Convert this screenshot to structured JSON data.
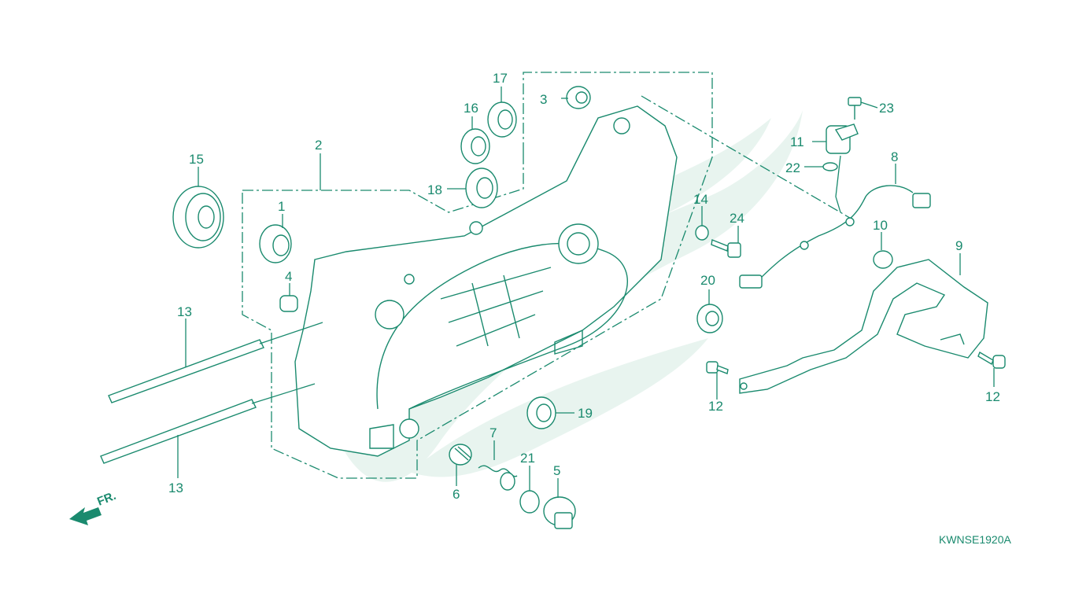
{
  "diagram": {
    "code": "KWNSE1920A",
    "direction_label": "FR.",
    "colors": {
      "line": "#1a8a6e",
      "watermark": "#e8f4ef",
      "background": "#ffffff"
    },
    "callouts": [
      "1",
      "2",
      "3",
      "4",
      "5",
      "6",
      "7",
      "8",
      "9",
      "10",
      "11",
      "12",
      "12",
      "13",
      "13",
      "14",
      "15",
      "16",
      "17",
      "18",
      "19",
      "20",
      "21",
      "22",
      "23",
      "24"
    ]
  }
}
